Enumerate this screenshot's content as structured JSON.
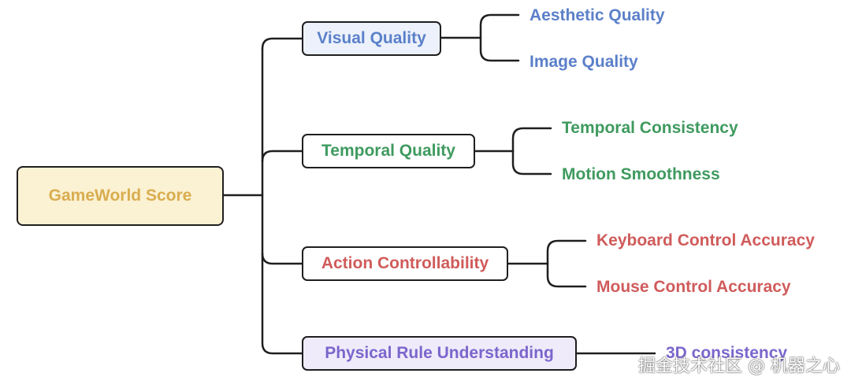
{
  "root": {
    "label": "GameWorld Score",
    "color": "#d9ad4f",
    "fill": "#fbf1d3"
  },
  "branches": [
    {
      "label": "Visual Quality",
      "color": "#5b80c9",
      "fill": "#ecf1fb",
      "leaves": [
        "Aesthetic Quality",
        "Image Quality"
      ]
    },
    {
      "label": "Temporal Quality",
      "color": "#3f9a5f",
      "fill": "#ffffff",
      "leaves": [
        "Temporal Consistency",
        "Motion Smoothness"
      ]
    },
    {
      "label": "Action Controllability",
      "color": "#d05b5b",
      "fill": "#ffffff",
      "leaves": [
        "Keyboard Control Accuracy",
        "Mouse Control Accuracy"
      ]
    },
    {
      "label": "Physical Rule Understanding",
      "color": "#7b66cc",
      "fill": "#efebfa",
      "leaves": [
        "3D consistency"
      ]
    }
  ],
  "watermark": "掘金技术社区 @ 机器之心"
}
